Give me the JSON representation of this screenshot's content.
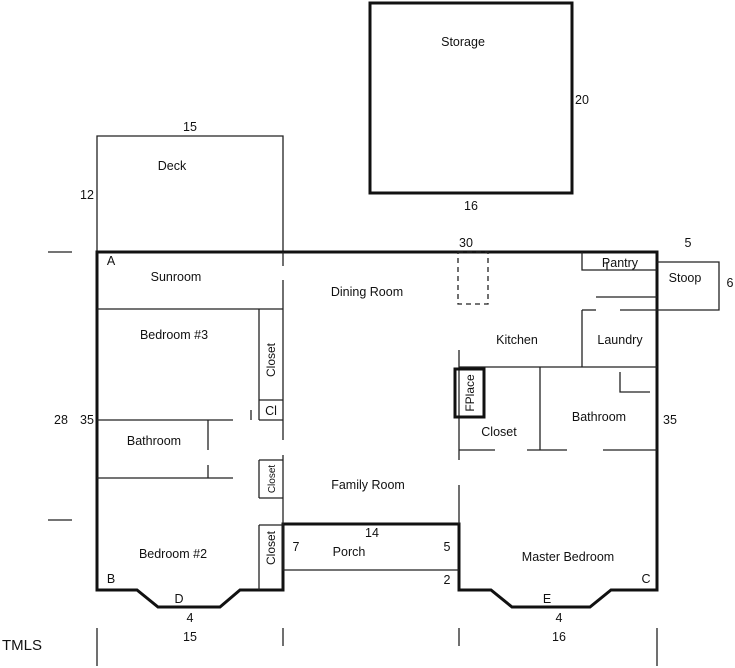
{
  "rooms": {
    "storage": "Storage",
    "deck": "Deck",
    "sunroom": "Sunroom",
    "dining_room": "Dining Room",
    "pantry": "Pantry",
    "stoop": "Stoop",
    "bedroom3": "Bedroom #3",
    "closet_bed3": "Closet",
    "cl": "Cl",
    "kitchen": "Kitchen",
    "laundry": "Laundry",
    "fplace": "FPlace",
    "bathroom_master": "Bathroom",
    "closet_hall": "Closet",
    "bathroom_hall": "Bathroom",
    "closet_small": "Closet",
    "family_room": "Family Room",
    "bedroom2": "Bedroom #2",
    "closet_bed2": "Closet",
    "porch": "Porch",
    "master_bedroom": "Master Bedroom"
  },
  "dimensions": {
    "storage_side": "20",
    "storage_bottom": "16",
    "deck_top": "15",
    "deck_side": "12",
    "house_top": "30",
    "stoop_top": "5",
    "stoop_side": "6",
    "left_28": "28",
    "left_35": "35",
    "right_35": "35",
    "porch_top": "14",
    "porch_left": "7",
    "porch_right": "5",
    "porch_bottom": "2",
    "bay_left": "4",
    "bay_right": "4",
    "bottom_left": "15",
    "bottom_right": "16"
  },
  "corners": {
    "a": "A",
    "b": "B",
    "c": "C",
    "d": "D",
    "e": "E"
  },
  "watermark": "TMLS"
}
